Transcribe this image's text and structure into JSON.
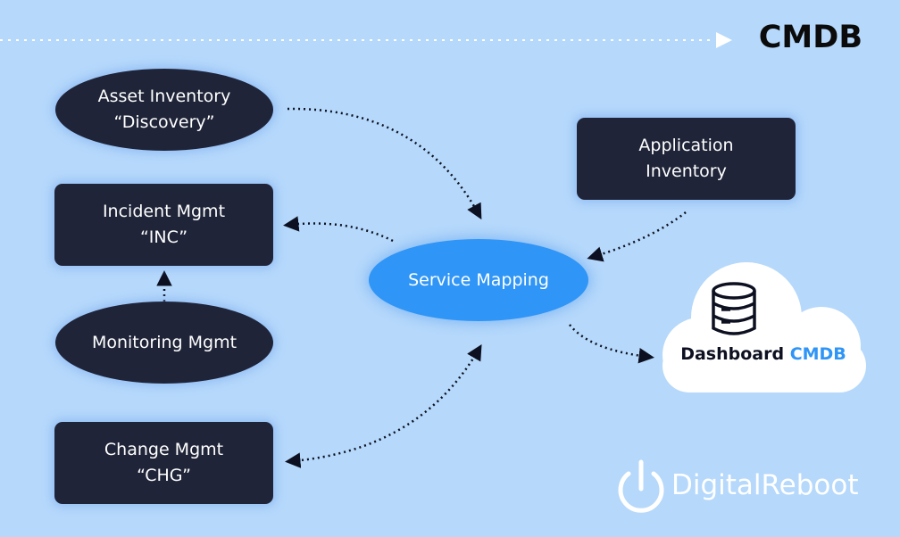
{
  "header": {
    "title": "CMDB"
  },
  "nodes": {
    "asset_inventory": {
      "line1": "Asset Inventory",
      "line2": "“Discovery”"
    },
    "incident_mgmt": {
      "line1": "Incident Mgmt",
      "line2": "“INC”"
    },
    "monitoring_mgmt": {
      "line1": "Monitoring Mgmt"
    },
    "change_mgmt": {
      "line1": "Change Mgmt",
      "line2": "“CHG”"
    },
    "application_inventory": {
      "line1": "Application",
      "line2": "Inventory"
    },
    "service_mapping": {
      "line1": "Service Mapping"
    },
    "dashboard": {
      "text": "Dashboard",
      "accent": "CMDB"
    }
  },
  "brand": {
    "name": "DigitalReboot",
    "icon": "power-icon"
  },
  "colors": {
    "background": "#b5d8fb",
    "node_dark": "#1f2438",
    "accent_blue": "#2f95f6",
    "title": "#0b0b0b"
  }
}
